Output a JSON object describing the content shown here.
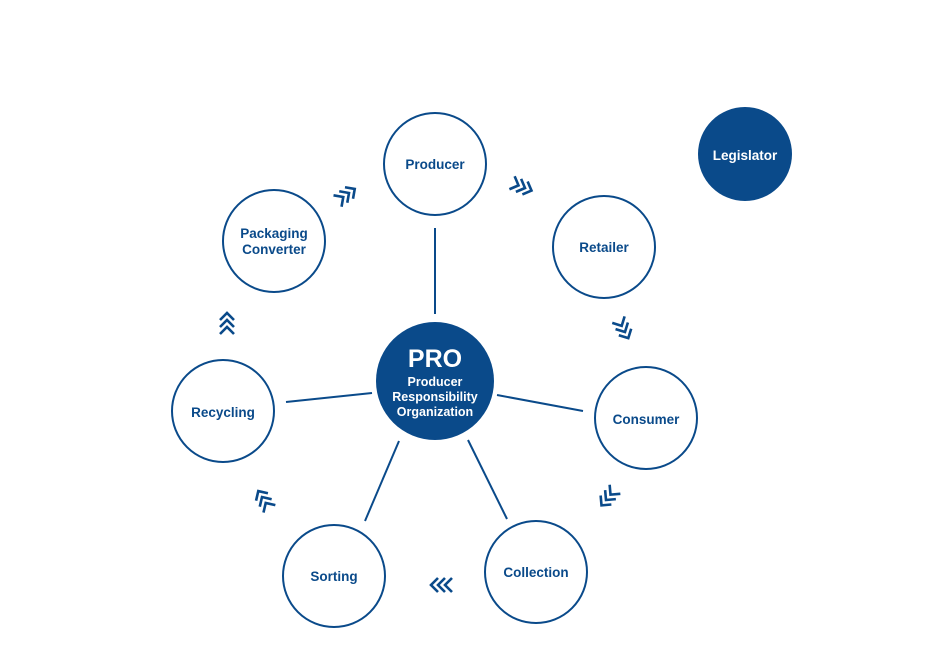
{
  "diagram": {
    "center": {
      "title": "PRO",
      "subtitle_lines": [
        "Producer",
        "Responsibility",
        "Organization"
      ]
    },
    "nodes": [
      {
        "id": "producer",
        "lines": [
          "Producer"
        ]
      },
      {
        "id": "retailer",
        "lines": [
          "Retailer"
        ]
      },
      {
        "id": "consumer",
        "lines": [
          "Consumer"
        ]
      },
      {
        "id": "collection",
        "lines": [
          "Collection"
        ]
      },
      {
        "id": "sorting",
        "lines": [
          "Sorting"
        ]
      },
      {
        "id": "recycling",
        "lines": [
          "Recycling"
        ]
      },
      {
        "id": "packaging-converter",
        "lines": [
          "Packaging",
          "Converter"
        ]
      }
    ],
    "legislator": {
      "label": "Legislator"
    },
    "cycle_order": [
      "producer",
      "retailer",
      "consumer",
      "collection",
      "sorting",
      "recycling",
      "packaging-converter"
    ],
    "colors": {
      "primary": "#0a4a8a",
      "background": "#ffffff"
    }
  }
}
